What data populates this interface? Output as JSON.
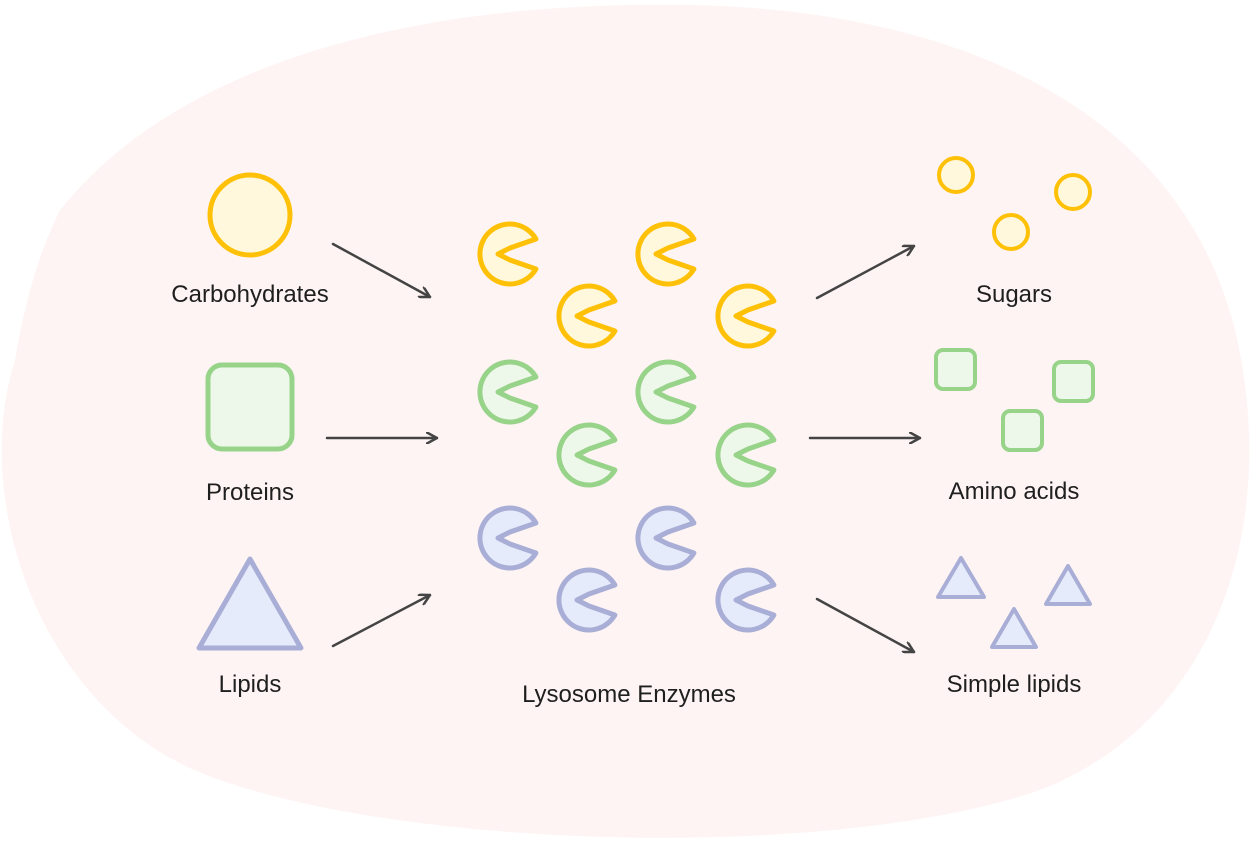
{
  "inputs": {
    "carbohydrates": "Carbohydrates",
    "proteins": "Proteins",
    "lipids": "Lipids"
  },
  "enzymes": {
    "label": "Lysosome Enzymes"
  },
  "outputs": {
    "sugars": "Sugars",
    "amino_acids": "Amino acids",
    "simple_lipids": "Simple lipids"
  },
  "colors": {
    "cell_fill": "#fff4f4",
    "carb_stroke": "#ffc107",
    "carb_fill": "#fff8dc",
    "protein_stroke": "#98d38a",
    "protein_fill": "#eef8ea",
    "lipid_stroke": "#a8aed6",
    "lipid_fill": "#e6ebfb",
    "arrow": "#444444"
  }
}
